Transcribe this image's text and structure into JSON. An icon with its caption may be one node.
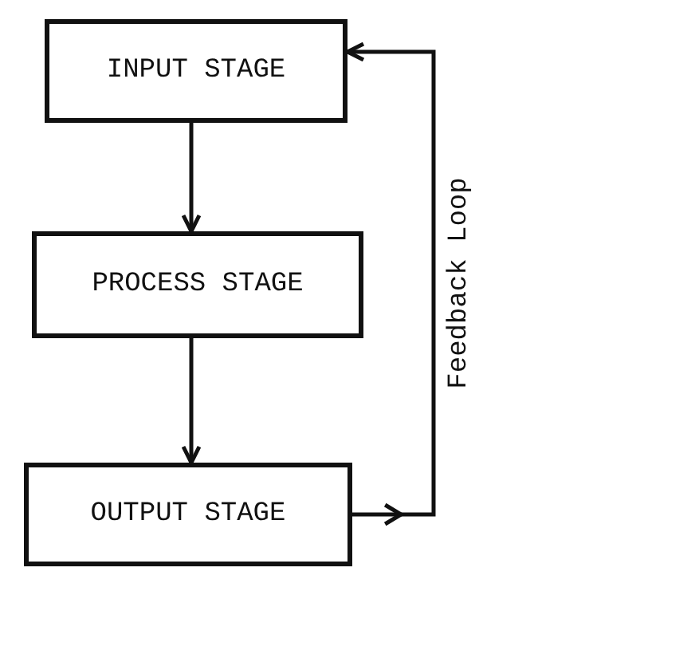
{
  "diagram": {
    "nodes": [
      {
        "text": [
          "INPUT STAGE"
        ]
      },
      {
        "text": [
          "PROCESS STAGE"
        ]
      },
      {
        "text": [
          "OUTPUT STAGE"
        ]
      }
    ],
    "edges": [
      {
        "from": 0,
        "to": 1,
        "arrow": "to"
      },
      {
        "from": 1,
        "to": 2,
        "arrow": "to"
      },
      {
        "from": 2,
        "to": 0,
        "arrow": "to",
        "label": "Feedback Loop"
      }
    ]
  }
}
